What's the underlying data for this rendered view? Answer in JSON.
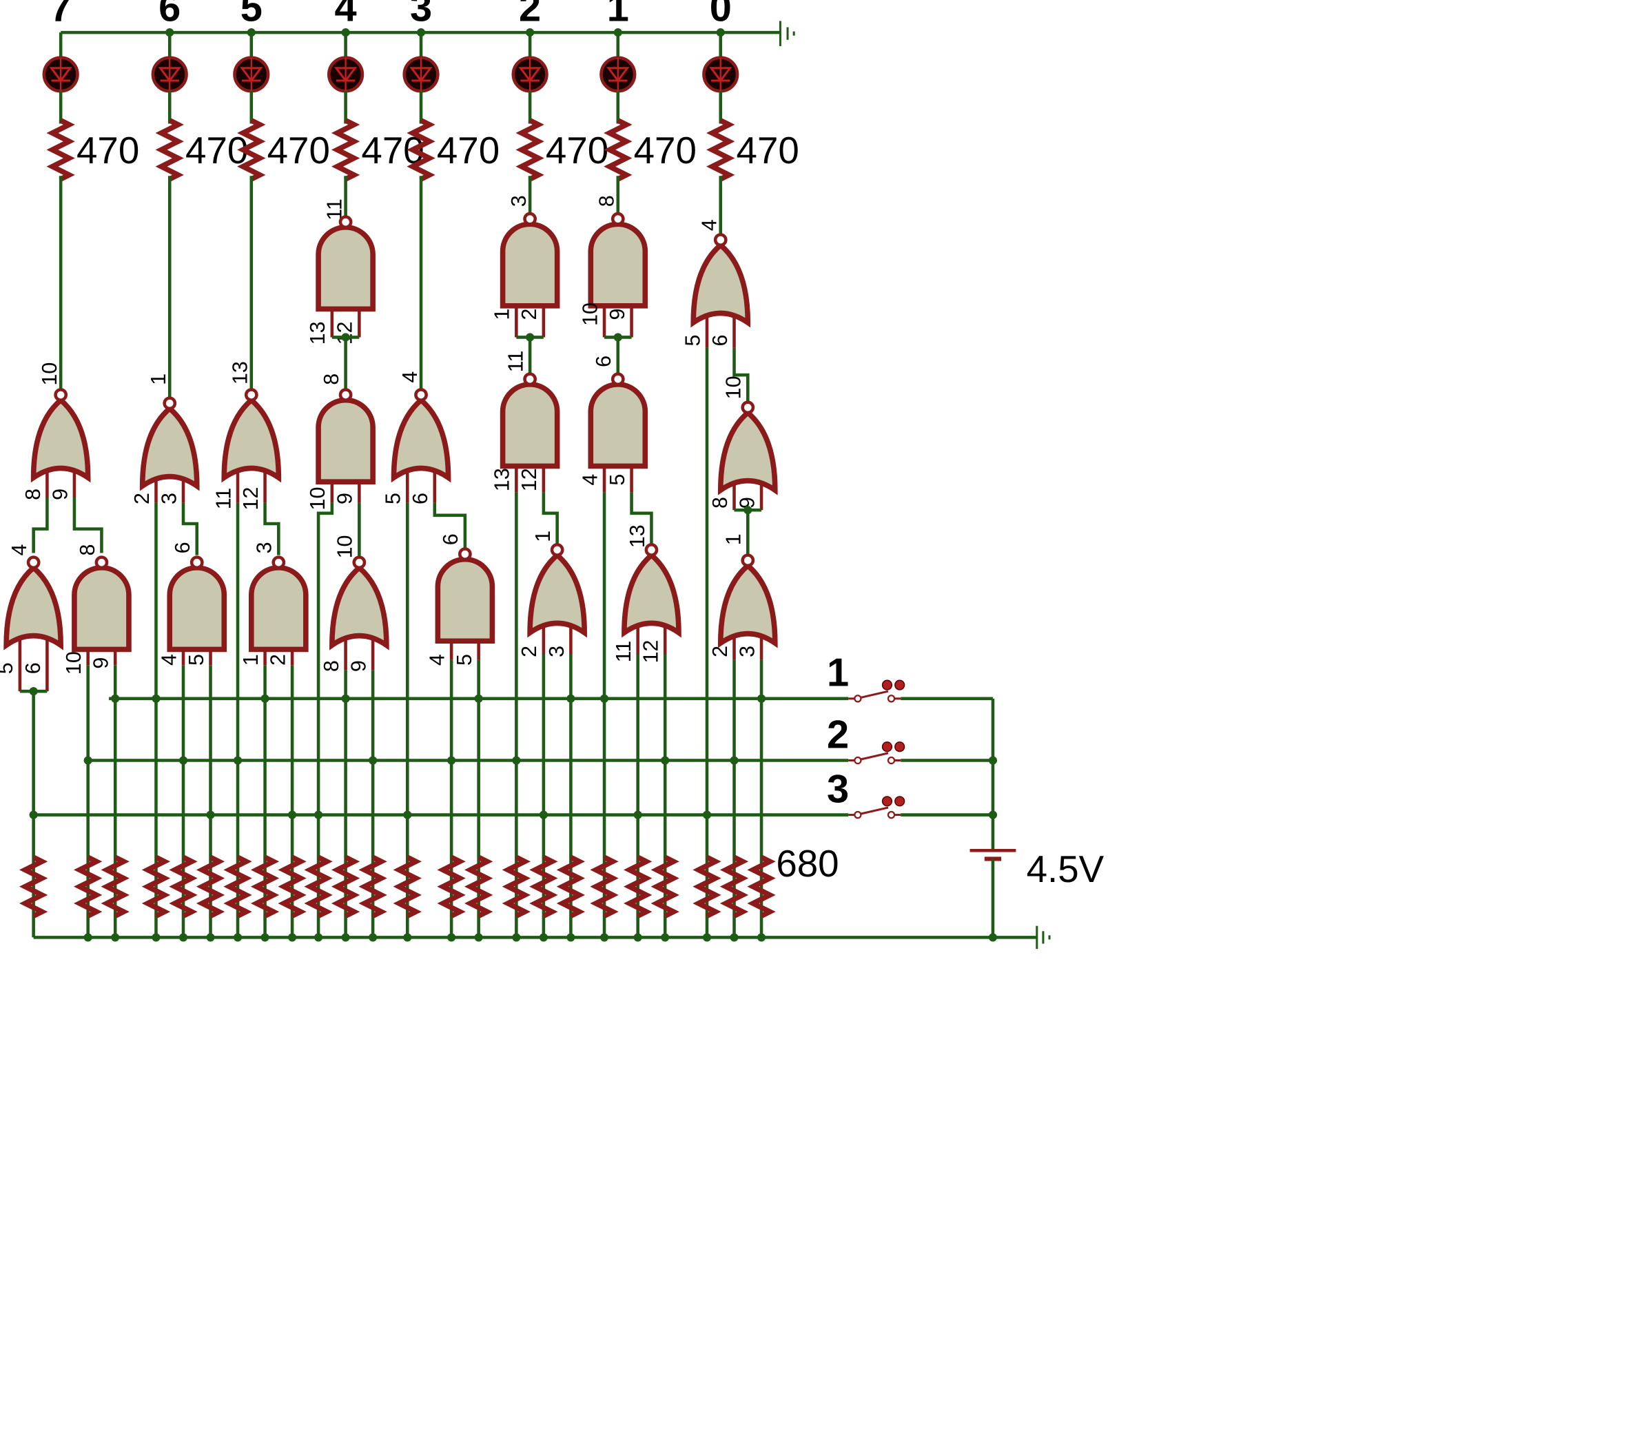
{
  "bits": [
    {
      "label": "7",
      "resistor": "470"
    },
    {
      "label": "6",
      "resistor": "470"
    },
    {
      "label": "5",
      "resistor": "470"
    },
    {
      "label": "4",
      "resistor": "470"
    },
    {
      "label": "3",
      "resistor": "470"
    },
    {
      "label": "2",
      "resistor": "470"
    },
    {
      "label": "1",
      "resistor": "470"
    },
    {
      "label": "0",
      "resistor": "470"
    }
  ],
  "switches": [
    {
      "label": "1"
    },
    {
      "label": "2"
    },
    {
      "label": "3"
    }
  ],
  "pulldown_resistor": "680",
  "battery_voltage": "4.5V",
  "pins": {
    "b7_or_out": "10",
    "b7_or_in_a": "8",
    "b7_or_in_b": "9",
    "b7_or2_out": "4",
    "b7_or2_in_a": "5",
    "b7_or2_in_b": "6",
    "b7_and_out": "8",
    "b7_and_in_a": "10",
    "b7_and_in_b": "9",
    "b6_or_out": "1",
    "b6_or_in_a": "2",
    "b6_or_in_b": "3",
    "b6_and_out": "6",
    "b6_and_in_a": "4",
    "b6_and_in_b": "5",
    "b5_or_out": "13",
    "b5_or_in_a": "11",
    "b5_or_in_b": "12",
    "b5_and_out": "3",
    "b5_and_in_a": "1",
    "b5_and_in_b": "2",
    "b4_nand_out": "11",
    "b4_nand_in_a": "13",
    "b4_nand_in_b": "12",
    "b4_and_out": "8",
    "b4_and_in_a": "10",
    "b4_and_in_b": "9",
    "b4_or_out": "10",
    "b4_or_in_a": "8",
    "b4_or_in_b": "9",
    "b3_or_out": "4",
    "b3_or_in_a": "5",
    "b3_or_in_b": "6",
    "b3_and_out": "6",
    "b3_and_in_a": "4",
    "b3_and_in_b": "5",
    "b2_nand_out": "3",
    "b2_nand_in_a": "1",
    "b2_nand_in_b": "2",
    "b2_and_out": "11",
    "b2_and_in_a": "13",
    "b2_and_in_b": "12",
    "b2_or_out": "1",
    "b2_or_in_a": "2",
    "b2_or_in_b": "3",
    "b1_nand_out": "8",
    "b1_nand_in_a": "10",
    "b1_nand_in_b": "9",
    "b1_and_out": "6",
    "b1_and_in_a": "4",
    "b1_and_in_b": "5",
    "b1_or_out": "13",
    "b1_or_in_a": "11",
    "b1_or_in_b": "12",
    "b0_nor_out": "4",
    "b0_nor_in_a": "5",
    "b0_nor_in_b": "6",
    "b0_nor2_out": "10",
    "b0_nor2_in_a": "8",
    "b0_nor2_in_b": "9",
    "b0_or_out": "1",
    "b0_or_in_a": "2",
    "b0_or_in_b": "3"
  },
  "colors": {
    "wire": "#1e5c16",
    "component": "#8b1a1a",
    "gate_fill": "#c9c8ae",
    "led_fill": "#1a0000"
  }
}
